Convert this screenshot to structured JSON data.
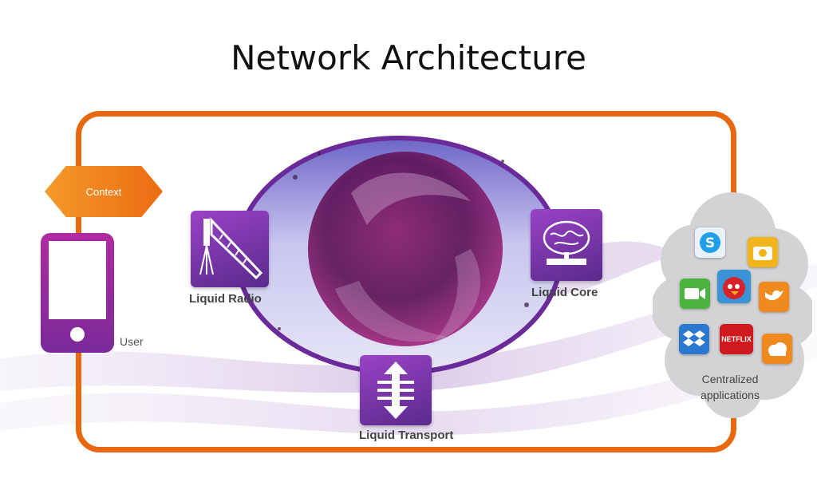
{
  "title": "Network Architecture",
  "context_label": "Context",
  "user_label": "User",
  "nodes": {
    "radio": "Liquid Radio",
    "core": "Liquid Core",
    "transport": "Liquid Transport"
  },
  "cloud_label": "Centralized applications",
  "apps": [
    "skype-icon",
    "camera-icon",
    "facetime-icon",
    "angry-birds-icon",
    "twitter-icon",
    "dropbox-icon",
    "netflix-icon",
    "cloud-storage-icon"
  ],
  "netflix_text": "NETFLIX",
  "colors": {
    "frame": "#e8680f",
    "purple": "#7a2a9a",
    "magenta": "#b02aa0",
    "orange": "#f39a2a"
  }
}
